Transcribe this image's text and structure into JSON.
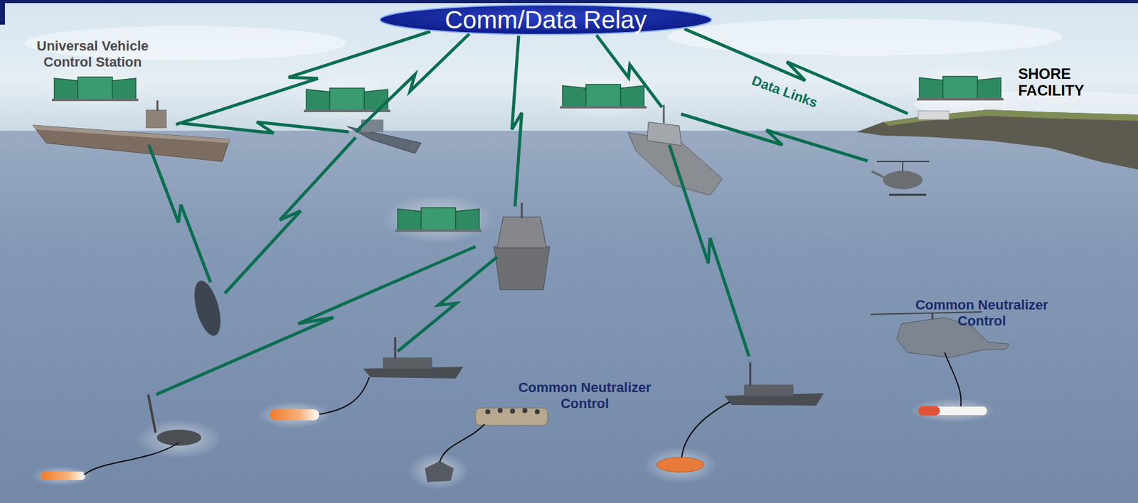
{
  "diagram": {
    "nodes": [
      {
        "text": [
          "Comm/Data Relay"
        ]
      },
      {
        "text": [
          "Universal Vehicle Control Station"
        ]
      },
      {
        "text": [
          "SHORE FACILITY"
        ]
      }
    ],
    "edges": [
      {
        "from": 0,
        "to": 1,
        "arrow": "none"
      },
      {
        "from": 0,
        "to": 2,
        "arrow": "none"
      }
    ],
    "labels": [
      "Data Links",
      "Common Neutralizer Control",
      "Common Neutralizer Control"
    ]
  }
}
